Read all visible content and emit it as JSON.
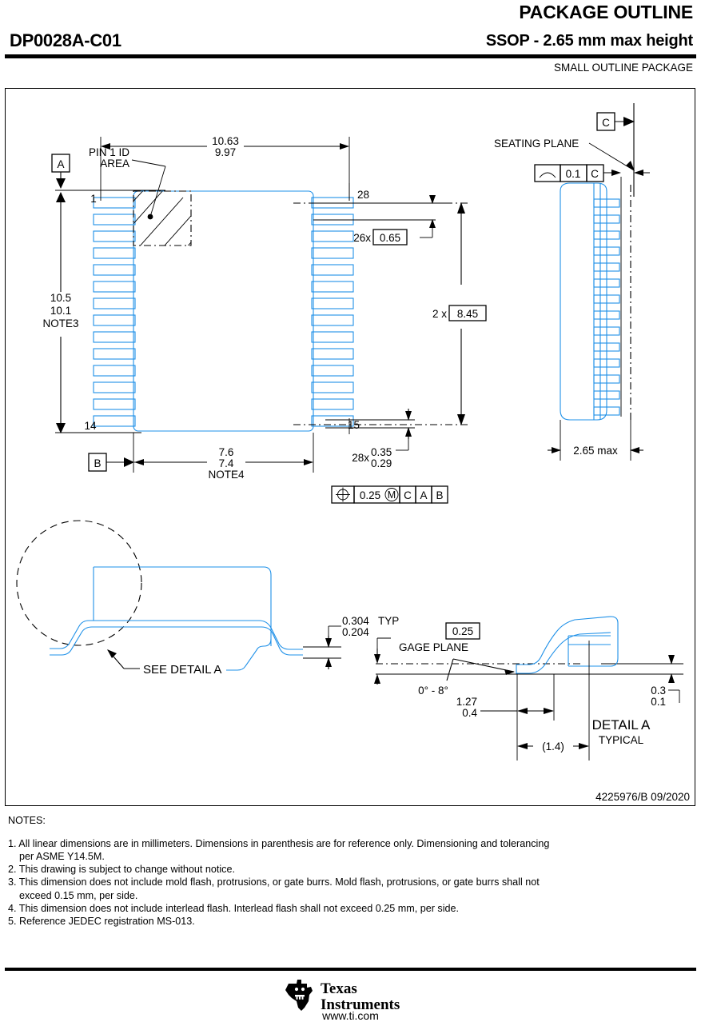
{
  "header": {
    "title": "PACKAGE OUTLINE",
    "part_number": "DP0028A-C01",
    "package_descriptor": "SSOP - 2.65 mm max height",
    "subtitle": "SMALL OUTLINE PACKAGE"
  },
  "drawing": {
    "doc_number": "4225976/B   09/2020",
    "top_view": {
      "datum_a": "A",
      "datum_b": "B",
      "pin1_id_label_line1": "PIN 1 ID",
      "pin1_id_label_line2": "AREA",
      "pin_number_1": "1",
      "pin_number_14": "14",
      "pin_number_15": "15",
      "pin_number_28": "28",
      "width_max": "10.63",
      "width_min": "9.97",
      "height_max": "10.5",
      "height_min": "10.1",
      "height_note": "NOTE3",
      "body_width_max": "7.6",
      "body_width_min": "7.4",
      "body_width_note": "NOTE4",
      "pitch_count": "26x",
      "pitch_value": "0.65",
      "span_count": "2 x",
      "span_value": "8.45",
      "lead_width_count": "28x",
      "lead_width_max": "0.35",
      "lead_width_min": "0.29",
      "fcf_symbol": "position",
      "fcf_tolerance": "0.25",
      "fcf_modifier": "M",
      "fcf_datum_1": "C",
      "fcf_datum_2": "A",
      "fcf_datum_3": "B"
    },
    "side_view": {
      "datum_c": "C",
      "seating_plane_label": "SEATING PLANE",
      "flatness_symbol": "flatness",
      "flatness_value": "0.1",
      "flatness_datum": "C",
      "height_max": "2.65 max"
    },
    "lead_detail": {
      "thickness_max": "0.304",
      "thickness_min": "0.204",
      "thickness_suffix": "TYP",
      "see_detail_label": "SEE DETAIL A"
    },
    "detail_a": {
      "gage_plane_value": "0.25",
      "gage_plane_label": "GAGE PLANE",
      "lead_angle": "0° - 8°",
      "foot_len_max": "1.27",
      "foot_len_min": "0.4",
      "ref_dim": "(1.4)",
      "standoff_max": "0.3",
      "standoff_min": "0.1",
      "title": "DETAIL A",
      "subtitle": "TYPICAL"
    }
  },
  "notes": {
    "heading": "NOTES:",
    "items": [
      "1. All linear dimensions are in millimeters. Dimensions in parenthesis are for reference only. Dimensioning and tolerancing\n    per ASME Y14.5M.",
      "2. This drawing is subject to change without notice.",
      "3. This dimension does not include mold flash, protrusions, or gate burrs. Mold flash, protrusions, or gate burrs shall not\n    exceed 0.15 mm, per side.",
      "4. This dimension does not include interlead flash. Interlead flash shall not exceed 0.25 mm, per side.",
      "5. Reference JEDEC registration MS-013."
    ]
  },
  "footer": {
    "company_line1": "Texas",
    "company_line2": "Instruments",
    "url": "www.ti.com"
  },
  "colors": {
    "outline_blue": "#1e90e8",
    "outline_blue_light": "#7ec2f0",
    "ink": "#000000"
  }
}
